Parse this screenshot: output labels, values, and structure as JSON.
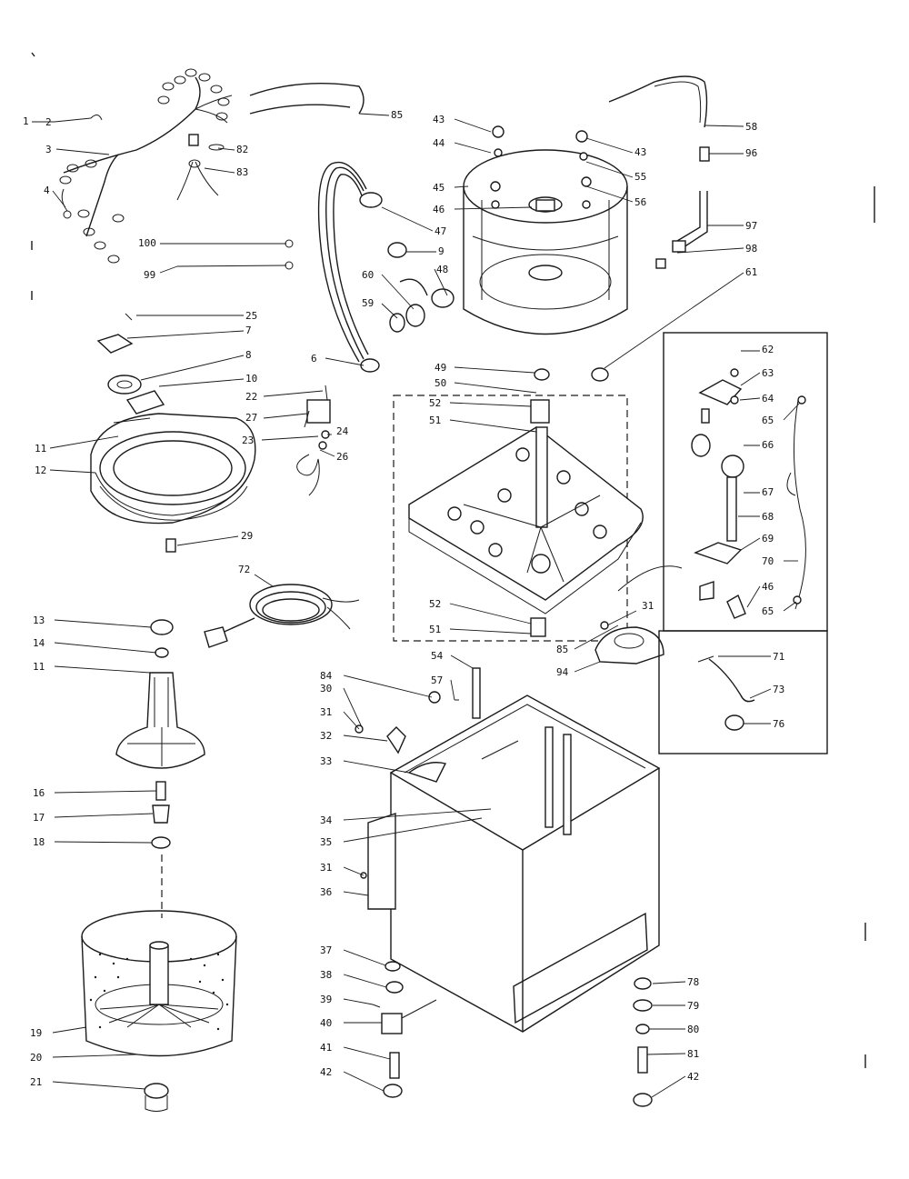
{
  "diagram": {
    "callouts": [
      {
        "id": "c1",
        "text": "1"
      },
      {
        "id": "c2",
        "text": "2"
      },
      {
        "id": "c3",
        "text": "3"
      },
      {
        "id": "c4",
        "text": "4"
      },
      {
        "id": "c85a",
        "text": "85"
      },
      {
        "id": "c82",
        "text": "82"
      },
      {
        "id": "c83",
        "text": "83"
      },
      {
        "id": "c100",
        "text": "100"
      },
      {
        "id": "c99",
        "text": "99"
      },
      {
        "id": "c25",
        "text": "25"
      },
      {
        "id": "c7",
        "text": "7"
      },
      {
        "id": "c8",
        "text": "8"
      },
      {
        "id": "c10",
        "text": "10"
      },
      {
        "id": "c11a",
        "text": "11"
      },
      {
        "id": "c12",
        "text": "12"
      },
      {
        "id": "c22",
        "text": "22"
      },
      {
        "id": "c27",
        "text": "27"
      },
      {
        "id": "c23",
        "text": "23"
      },
      {
        "id": "c24",
        "text": "24"
      },
      {
        "id": "c26",
        "text": "26"
      },
      {
        "id": "c29",
        "text": "29"
      },
      {
        "id": "c72",
        "text": "72"
      },
      {
        "id": "c43a",
        "text": "43"
      },
      {
        "id": "c44",
        "text": "44"
      },
      {
        "id": "c45",
        "text": "45"
      },
      {
        "id": "c46",
        "text": "46"
      },
      {
        "id": "c47",
        "text": "47"
      },
      {
        "id": "c9",
        "text": "9"
      },
      {
        "id": "c60",
        "text": "60"
      },
      {
        "id": "c48",
        "text": "48"
      },
      {
        "id": "c59",
        "text": "59"
      },
      {
        "id": "c6",
        "text": "6"
      },
      {
        "id": "c58",
        "text": "58"
      },
      {
        "id": "c96",
        "text": "96"
      },
      {
        "id": "c43b",
        "text": "43"
      },
      {
        "id": "c55",
        "text": "55"
      },
      {
        "id": "c56",
        "text": "56"
      },
      {
        "id": "c97",
        "text": "97"
      },
      {
        "id": "c98",
        "text": "98"
      },
      {
        "id": "c61",
        "text": "61"
      },
      {
        "id": "c49",
        "text": "49"
      },
      {
        "id": "c50",
        "text": "50"
      },
      {
        "id": "c52a",
        "text": "52"
      },
      {
        "id": "c51a",
        "text": "51"
      },
      {
        "id": "c52b",
        "text": "52"
      },
      {
        "id": "c51b",
        "text": "51"
      },
      {
        "id": "c85b",
        "text": "85"
      },
      {
        "id": "c31a",
        "text": "31"
      },
      {
        "id": "c94",
        "text": "94"
      },
      {
        "id": "c62",
        "text": "62"
      },
      {
        "id": "c63",
        "text": "63"
      },
      {
        "id": "c64",
        "text": "64"
      },
      {
        "id": "c65a",
        "text": "65"
      },
      {
        "id": "c66",
        "text": "66"
      },
      {
        "id": "c67",
        "text": "67"
      },
      {
        "id": "c68",
        "text": "68"
      },
      {
        "id": "c69",
        "text": "69"
      },
      {
        "id": "c70",
        "text": "70"
      },
      {
        "id": "c46b",
        "text": "46"
      },
      {
        "id": "c65b",
        "text": "65"
      },
      {
        "id": "c71",
        "text": "71"
      },
      {
        "id": "c73",
        "text": "73"
      },
      {
        "id": "c76",
        "text": "76"
      },
      {
        "id": "c13",
        "text": "13"
      },
      {
        "id": "c14",
        "text": "14"
      },
      {
        "id": "c11b",
        "text": "11"
      },
      {
        "id": "c16",
        "text": "16"
      },
      {
        "id": "c17",
        "text": "17"
      },
      {
        "id": "c18",
        "text": "18"
      },
      {
        "id": "c19",
        "text": "19"
      },
      {
        "id": "c20",
        "text": "20"
      },
      {
        "id": "c21",
        "text": "21"
      },
      {
        "id": "c54",
        "text": "54"
      },
      {
        "id": "c57",
        "text": "57"
      },
      {
        "id": "c84",
        "text": "84"
      },
      {
        "id": "c30",
        "text": "30"
      },
      {
        "id": "c31b",
        "text": "31"
      },
      {
        "id": "c32",
        "text": "32"
      },
      {
        "id": "c33",
        "text": "33"
      },
      {
        "id": "c34",
        "text": "34"
      },
      {
        "id": "c35",
        "text": "35"
      },
      {
        "id": "c31c",
        "text": "31"
      },
      {
        "id": "c36",
        "text": "36"
      },
      {
        "id": "c37",
        "text": "37"
      },
      {
        "id": "c38",
        "text": "38"
      },
      {
        "id": "c39",
        "text": "39"
      },
      {
        "id": "c40",
        "text": "40"
      },
      {
        "id": "c41",
        "text": "41"
      },
      {
        "id": "c42a",
        "text": "42"
      },
      {
        "id": "c78",
        "text": "78"
      },
      {
        "id": "c79",
        "text": "79"
      },
      {
        "id": "c80",
        "text": "80"
      },
      {
        "id": "c81",
        "text": "81"
      },
      {
        "id": "c42b",
        "text": "42"
      }
    ]
  }
}
